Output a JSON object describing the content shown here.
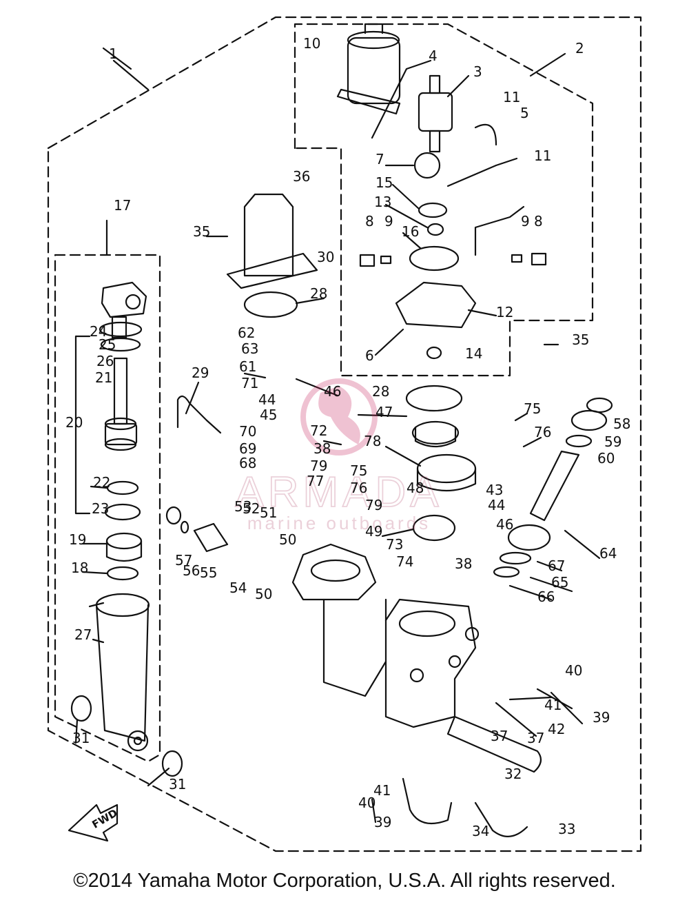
{
  "watermark": {
    "brand": "ARMADA",
    "tagline": "marine outboards"
  },
  "copyright": "©2014 Yamaha Motor Corporation, U.S.A. All rights reserved.",
  "fwd_arrow_label": "FWD",
  "callouts": [
    "1",
    "2",
    "3",
    "4",
    "5",
    "6",
    "7",
    "8",
    "8",
    "9",
    "9",
    "10",
    "11",
    "11",
    "12",
    "13",
    "14",
    "15",
    "16",
    "17",
    "18",
    "19",
    "20",
    "21",
    "22",
    "23",
    "24",
    "25",
    "26",
    "27",
    "28",
    "28",
    "29",
    "30",
    "31",
    "31",
    "32",
    "33",
    "34",
    "35",
    "35",
    "36",
    "37",
    "37",
    "38",
    "38",
    "39",
    "39",
    "40",
    "40",
    "41",
    "41",
    "42",
    "43",
    "44",
    "44",
    "45",
    "46",
    "46",
    "47",
    "48",
    "49",
    "50",
    "50",
    "51",
    "52",
    "53",
    "54",
    "55",
    "56",
    "57",
    "58",
    "59",
    "60",
    "61",
    "62",
    "63",
    "64",
    "65",
    "66",
    "67",
    "68",
    "69",
    "70",
    "71",
    "72",
    "73",
    "74",
    "75",
    "75",
    "76",
    "76",
    "77",
    "78",
    "79",
    "79"
  ]
}
